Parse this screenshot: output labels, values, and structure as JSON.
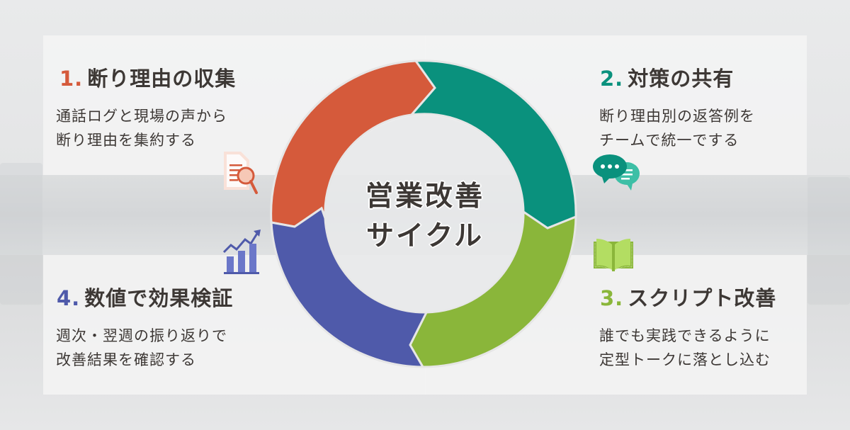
{
  "center": {
    "line1": "営業改善",
    "line2": "サイクル"
  },
  "colors": {
    "step1": "#d55a3b",
    "step2": "#0a917d",
    "step3": "#8ab63a",
    "step4": "#4f5aaa",
    "text": "#3d3835"
  },
  "steps": [
    {
      "number": "1.",
      "title": "断り理由の収集",
      "desc_line1": "通話ログと現場の声から",
      "desc_line2": "断り理由を集約する",
      "icon": "document-search-icon"
    },
    {
      "number": "2.",
      "title": "対策の共有",
      "desc_line1": "断り理由別の返答例を",
      "desc_line2": "チームで統一でする",
      "icon": "chat-bubbles-icon"
    },
    {
      "number": "3.",
      "title": "スクリプト改善",
      "desc_line1": "誰でも実践できるように",
      "desc_line2": "定型トークに落とし込む",
      "icon": "open-book-icon"
    },
    {
      "number": "4.",
      "title": "数値で効果検証",
      "desc_line1": "週次・翌週の振り返りで",
      "desc_line2": "改善結果を確認する",
      "icon": "bar-chart-growth-icon"
    }
  ]
}
